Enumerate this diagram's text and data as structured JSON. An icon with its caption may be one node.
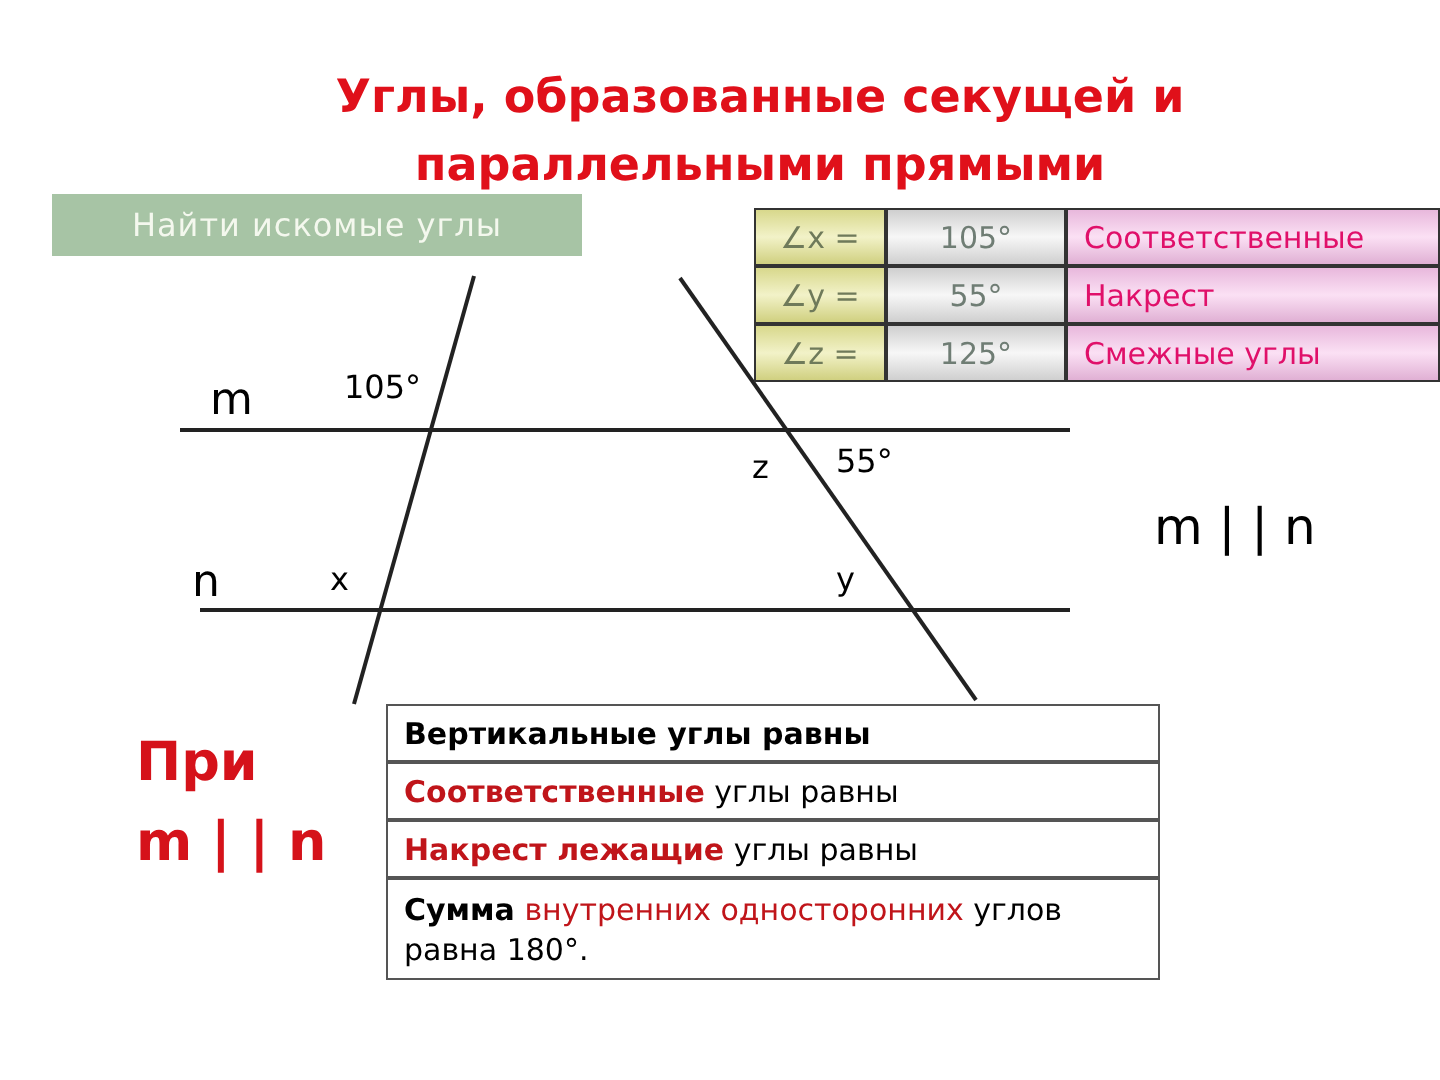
{
  "diagram": {
    "title": "Углы, образованные секущей и параллельными прямыми",
    "nodes": [
      {
        "text": [
          "Найти искомые углы"
        ]
      }
    ],
    "edges": [],
    "labels": [
      "∠x =",
      "105°",
      "Соответственные",
      "∠y =",
      "55°",
      "Накрест",
      "∠z =",
      "125°",
      "Смежные углы",
      "m",
      "105°",
      "z",
      "55°",
      "m | | n",
      "n",
      "x",
      "y",
      "При m | | n",
      "Вертикальные углы равны",
      "*Соответственные* углы равны",
      "*Накрест лежащие* углы равны",
      "**Сумма** *внутренних односторонних* углов равна 180°."
    ]
  }
}
